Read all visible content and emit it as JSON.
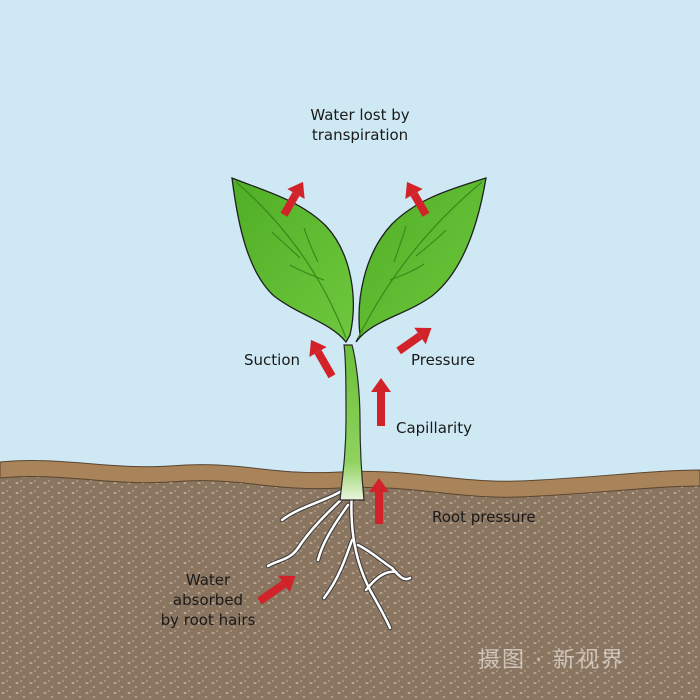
{
  "labels": {
    "transpiration_line1": "Water lost by",
    "transpiration_line2": "transpiration",
    "suction": "Suction",
    "pressure": "Pressure",
    "capillarity": "Capillarity",
    "root_pressure": "Root pressure",
    "absorbed_line1": "Water",
    "absorbed_line2": "absorbed",
    "absorbed_line3": "by root hairs"
  },
  "watermark": "摄图 · 新视界",
  "colors": {
    "sky": "#cfe9f4",
    "soil": "#8a7560",
    "soil_edge": "#a9835a",
    "leaf": "#5cb92e",
    "leaf_dark": "#3f8f1c",
    "stem": "#6cc03a",
    "arrow": "#d2232a"
  }
}
